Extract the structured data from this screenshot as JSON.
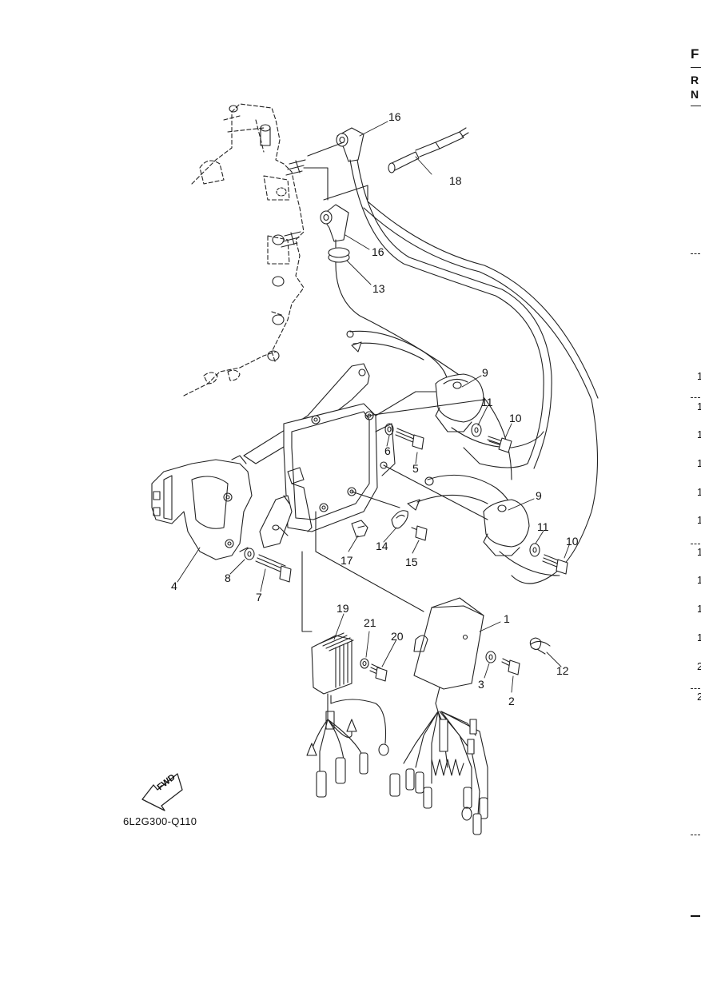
{
  "diagram_code": "6L2G300-Q110",
  "fwd_label": "FWD",
  "part_labels": [
    "16",
    "18",
    "16",
    "13",
    "9",
    "11",
    "10",
    "6",
    "5",
    "9",
    "11",
    "10",
    "4",
    "8",
    "7",
    "17",
    "14",
    "15",
    "19",
    "21",
    "20",
    "1",
    "3",
    "2",
    "12"
  ],
  "right_edge": {
    "header_chars": [
      "F",
      "R",
      "N"
    ],
    "row_numbers": [
      "1",
      "1",
      "1",
      "1",
      "1",
      "1",
      "1",
      "1",
      "1",
      "1",
      "2",
      "2"
    ]
  }
}
